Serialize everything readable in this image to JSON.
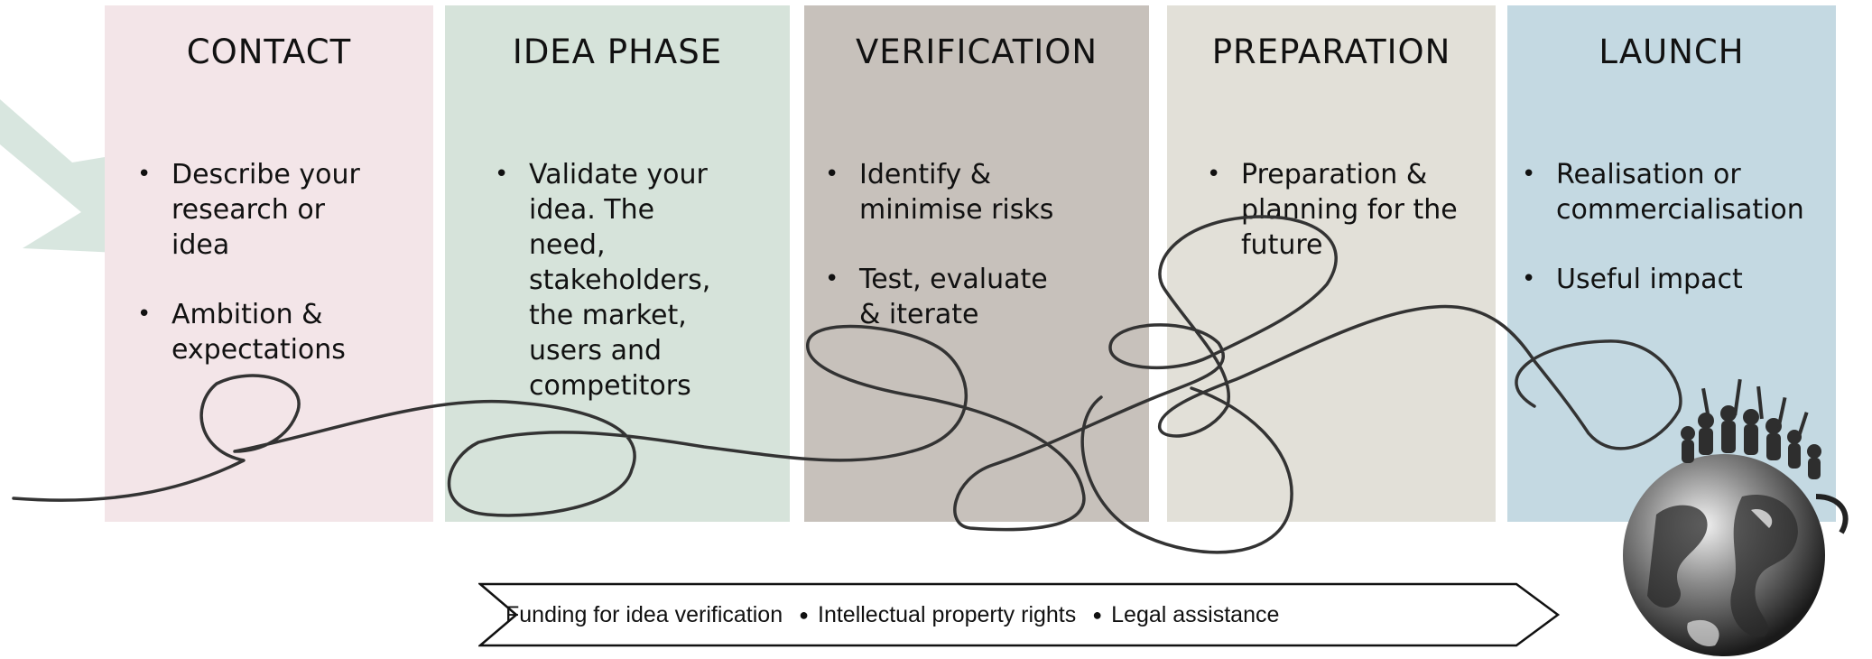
{
  "colors": {
    "contact": "#f3e5e8",
    "idea": "#d6e3da",
    "verification": "#c7c1bb",
    "preparation": "#e2e0d8",
    "launch": "#c4d9e2",
    "arrow": "#d8e6df",
    "line": "#333333"
  },
  "phases": [
    {
      "title": "CONTACT",
      "bullets": [
        "Describe your research or idea",
        "Ambition & expectations"
      ]
    },
    {
      "title": "IDEA PHASE",
      "bullets": [
        "Validate your idea. The need, stakeholders, the market, users and competitors"
      ]
    },
    {
      "title": "VERIFICATION",
      "bullets": [
        "Identify & minimise risks",
        "Test, evaluate & iterate"
      ]
    },
    {
      "title": "PREPARATION",
      "bullets": [
        "Preparation & planning for the future"
      ]
    },
    {
      "title": "LAUNCH",
      "bullets": [
        "Realisation  or commercialisation",
        "Useful impact"
      ]
    }
  ],
  "banner": {
    "items": [
      "Funding for idea verification",
      "Intellectual property rights",
      "Legal assistance"
    ]
  },
  "icons": {
    "arrow": "right-arrow-icon",
    "globe": "globe-icon",
    "path": "squiggle-path"
  }
}
